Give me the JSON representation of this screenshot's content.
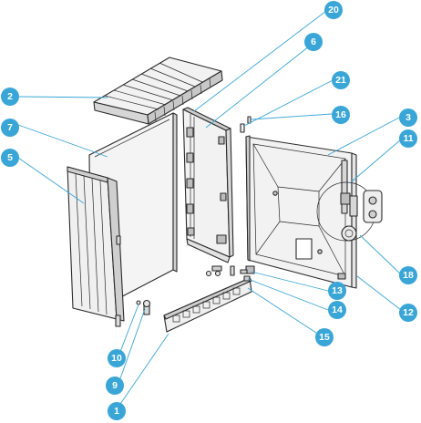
{
  "colors": {
    "callout": "#3aa6d8",
    "leader_line": "#3aa6d8",
    "part_outline": "#2a2a2a",
    "part_fill": "#f2f2f2",
    "part_shade": "#c8c8c8",
    "background": "#ffffff"
  },
  "callouts": [
    {
      "id": "c1",
      "label": "1"
    },
    {
      "id": "c2",
      "label": "2"
    },
    {
      "id": "c3",
      "label": "3"
    },
    {
      "id": "c5",
      "label": "5"
    },
    {
      "id": "c6",
      "label": "6"
    },
    {
      "id": "c7",
      "label": "7"
    },
    {
      "id": "c9",
      "label": "9"
    },
    {
      "id": "c10",
      "label": "10"
    },
    {
      "id": "c11",
      "label": "11"
    },
    {
      "id": "c12",
      "label": "12"
    },
    {
      "id": "c13",
      "label": "13"
    },
    {
      "id": "c14",
      "label": "14"
    },
    {
      "id": "c15",
      "label": "15"
    },
    {
      "id": "c16",
      "label": "16"
    },
    {
      "id": "c18",
      "label": "18"
    },
    {
      "id": "c20",
      "label": "20"
    },
    {
      "id": "c21",
      "label": "21"
    }
  ]
}
